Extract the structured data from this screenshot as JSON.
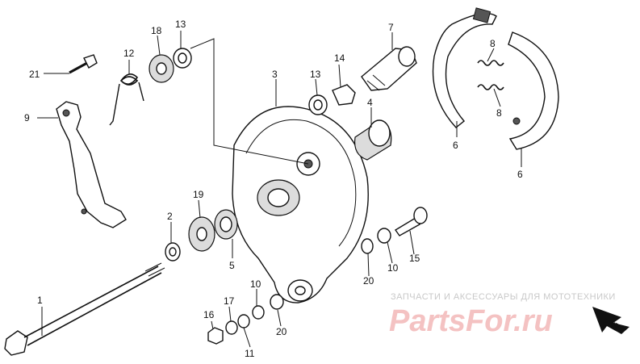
{
  "callouts": [
    {
      "id": "1",
      "label": "1"
    },
    {
      "id": "2",
      "label": "2"
    },
    {
      "id": "3",
      "label": "3"
    },
    {
      "id": "4",
      "label": "4"
    },
    {
      "id": "5",
      "label": "5"
    },
    {
      "id": "6a",
      "label": "6"
    },
    {
      "id": "6b",
      "label": "6"
    },
    {
      "id": "7",
      "label": "7"
    },
    {
      "id": "8a",
      "label": "8"
    },
    {
      "id": "8b",
      "label": "8"
    },
    {
      "id": "9",
      "label": "9"
    },
    {
      "id": "10a",
      "label": "10"
    },
    {
      "id": "10b",
      "label": "10"
    },
    {
      "id": "11",
      "label": "11"
    },
    {
      "id": "12",
      "label": "12"
    },
    {
      "id": "13a",
      "label": "13"
    },
    {
      "id": "13b",
      "label": "13"
    },
    {
      "id": "14",
      "label": "14"
    },
    {
      "id": "15",
      "label": "15"
    },
    {
      "id": "16",
      "label": "16"
    },
    {
      "id": "17",
      "label": "17"
    },
    {
      "id": "18",
      "label": "18"
    },
    {
      "id": "19",
      "label": "19"
    },
    {
      "id": "20a",
      "label": "20"
    },
    {
      "id": "20b",
      "label": "20"
    },
    {
      "id": "21",
      "label": "21"
    }
  ],
  "watermark": {
    "subtitle": "ЗАПЧАСТИ И АКСЕССУАРЫ ДЛЯ МОТОТЕХНИКИ",
    "logo": "PartsFor.ru"
  },
  "direction_marker": "FWD"
}
